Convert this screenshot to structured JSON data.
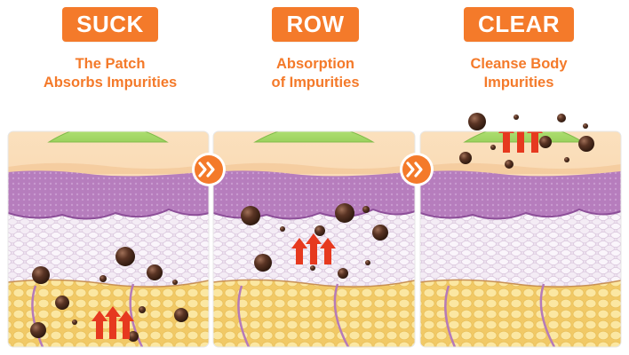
{
  "panels": [
    {
      "badge": "SUCK",
      "line1": "The Patch",
      "line2": "Absorbs Impurities"
    },
    {
      "badge": "ROW",
      "line1": "Absorption",
      "line2": "of Impurities"
    },
    {
      "badge": "CLEAR",
      "line1": "Cleanse Body",
      "line2": "Impurities"
    }
  ],
  "icons": [
    "double-chevron-right-icon",
    "double-chevron-right-icon"
  ],
  "colors": {
    "accent": "#f47a2a",
    "patch": "#a8dc6a",
    "skin": "#f7d3a6",
    "dermis": "#b47bbb",
    "tissue": "#ece0ee",
    "fat": "#f6dc83",
    "impurity": "#5a3424",
    "arrow": "#e6391f"
  }
}
